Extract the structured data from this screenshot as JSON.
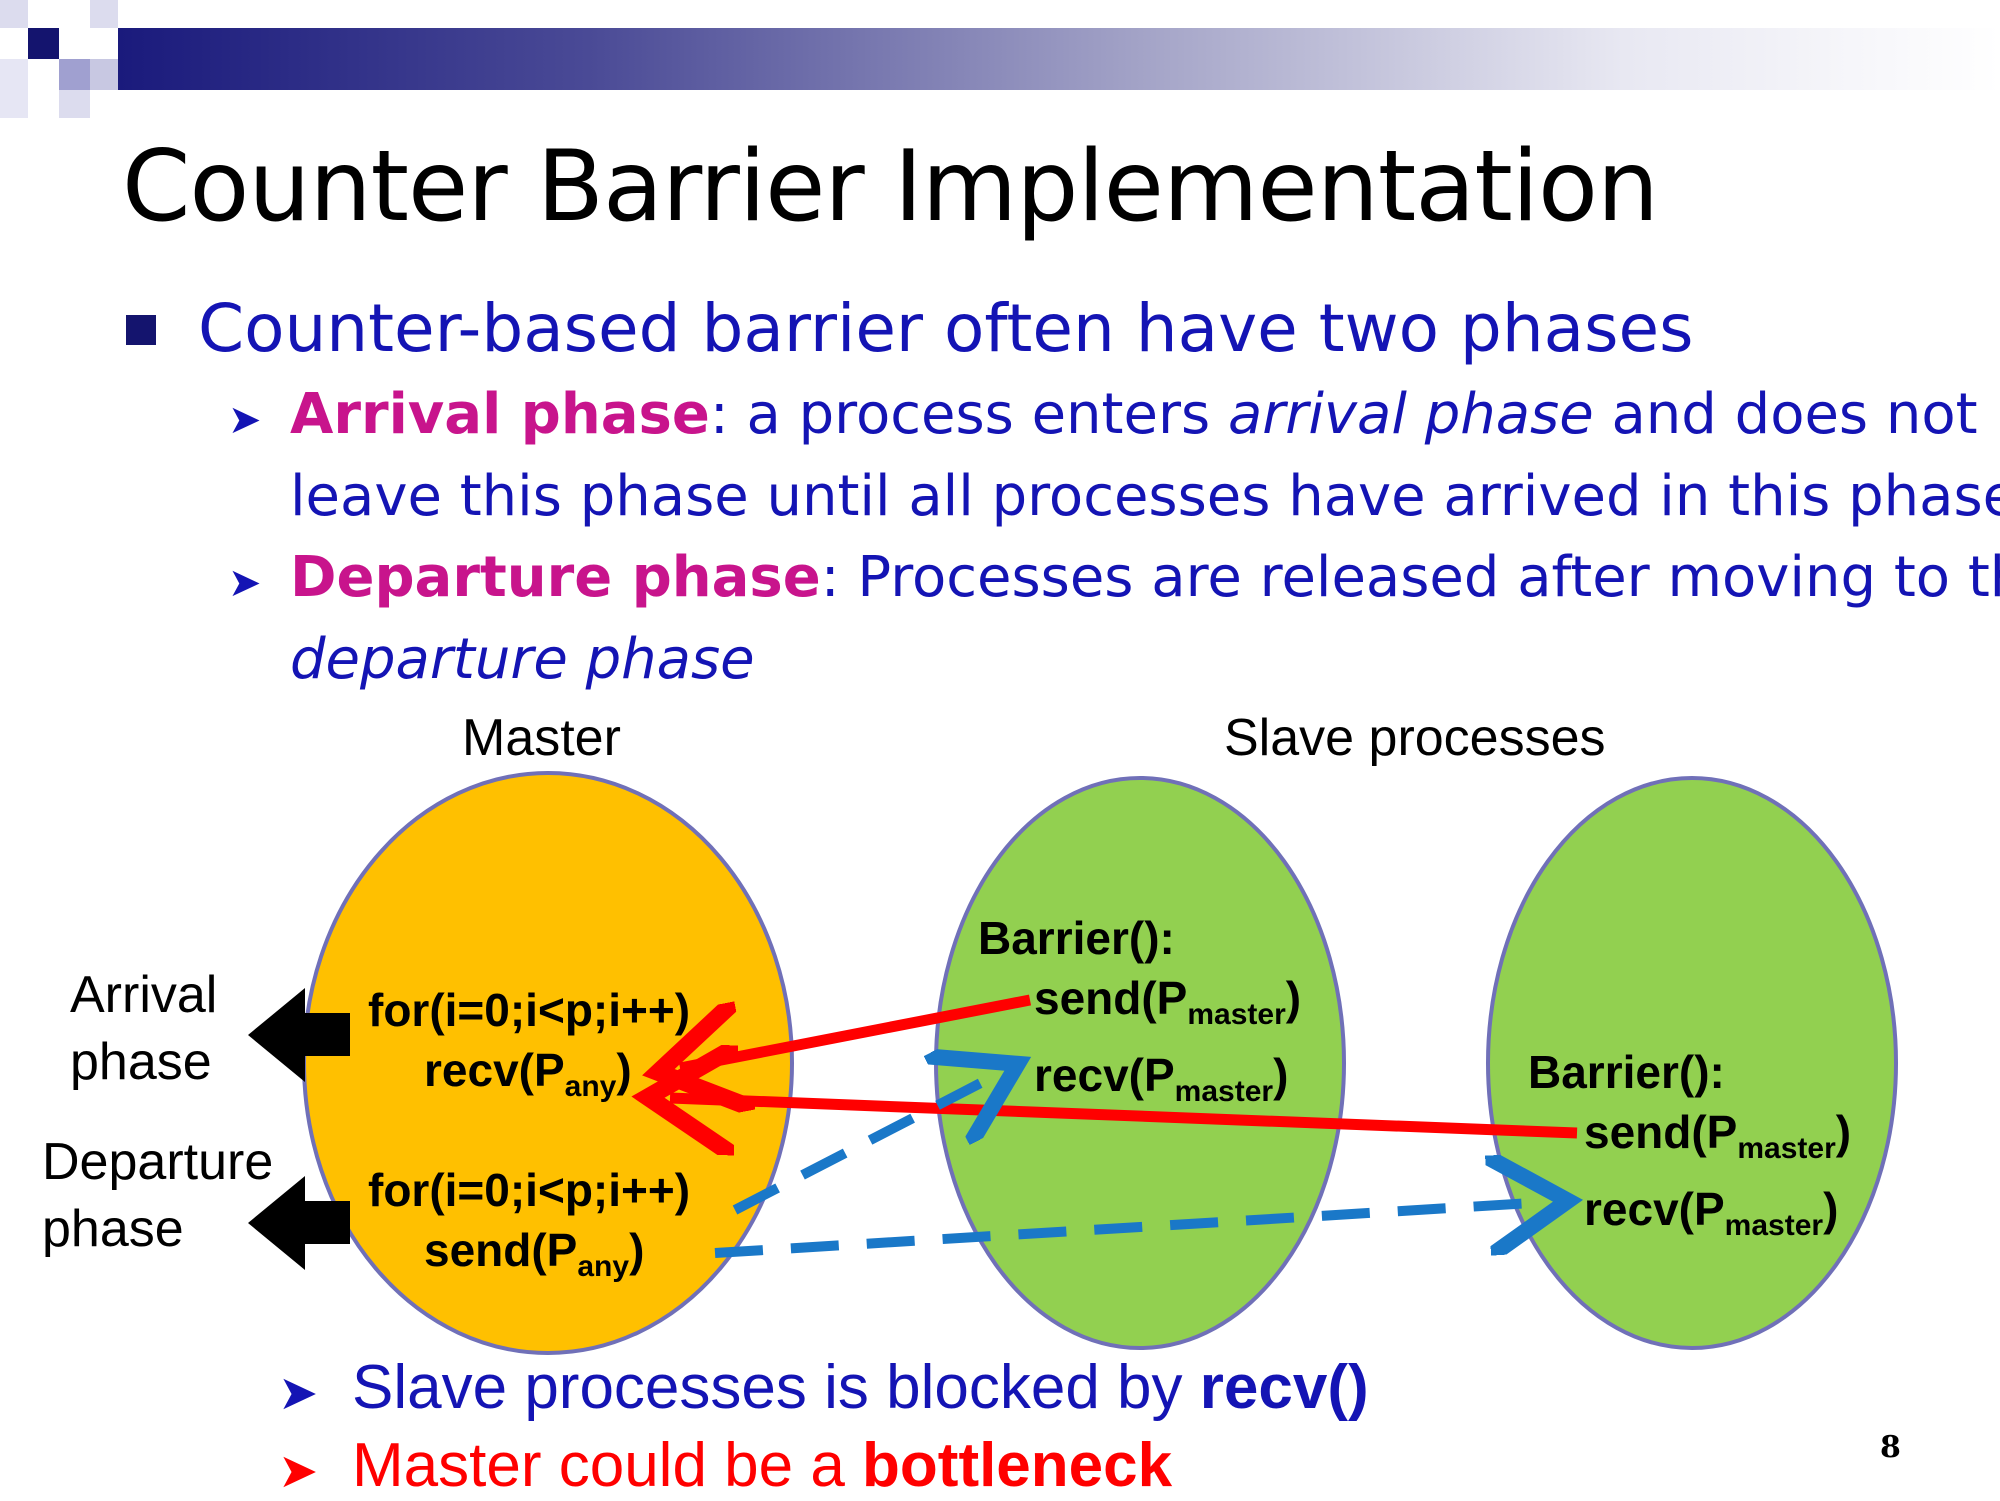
{
  "slide": {
    "title": "Counter Barrier Implementation",
    "page_number": "8"
  },
  "bullet": {
    "text": "Counter-based barrier often have two phases"
  },
  "subbullets": {
    "arrival_label": "Arrival phase",
    "arrival_text_1": ": a process enters ",
    "arrival_text_italic": "arrival phase",
    "arrival_text_2": " and does not",
    "arrival_line2": "leave this phase until all processes have arrived in this phase",
    "departure_label": "Departure phase",
    "departure_text": ": Processes are released after moving to the",
    "departure_line2": "departure phase"
  },
  "diagram": {
    "master_title": "Master",
    "slaves_title": "Slave processes",
    "arrival_label_1": "Arrival",
    "arrival_label_2": "phase",
    "departure_label_1": "Departure",
    "departure_label_2": "phase",
    "master_loop_1": "for(i=0;i<p;i++)",
    "master_recv": "recv(P",
    "master_recv_sub": "any",
    "master_loop_2": "for(i=0;i<p;i++)",
    "master_send": "send(P",
    "master_send_sub": "any",
    "slave1_barrier": "Barrier():",
    "slave1_send": "send(P",
    "slave1_send_sub": "master",
    "slave1_recv": "recv(P",
    "slave1_recv_sub": "master",
    "slave2_barrier": "Barrier():",
    "slave2_send": "send(P",
    "slave2_send_sub": "master",
    "slave2_recv": "recv(P",
    "slave2_recv_sub": "master",
    "close_paren": ")"
  },
  "notes": {
    "note1_text": "Slave processes is blocked by ",
    "note1_bold": "recv()",
    "note2_text": "Master could be a ",
    "note2_bold": "bottleneck"
  },
  "colors": {
    "master_fill": "#ffc000",
    "slave_fill": "#92d050",
    "ellipse_stroke": "#7070b8",
    "arrival_arrow": "#ff0000",
    "departure_arrow": "#1a78c8",
    "text_blue": "#1414b4",
    "text_magenta": "#c8148c",
    "text_red": "#ff0000"
  }
}
